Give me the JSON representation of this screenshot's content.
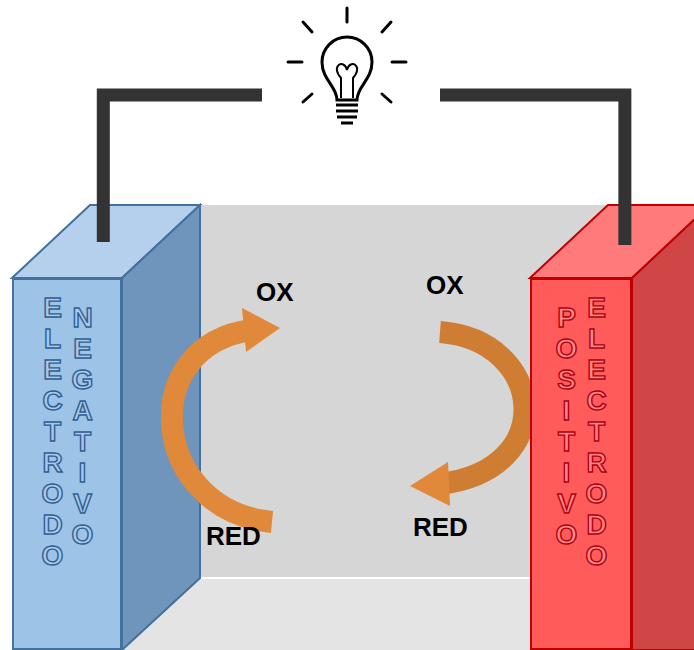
{
  "diagram": {
    "nodes": [
      {
        "text": [
          "ELECTRODO NEGATIVO"
        ]
      },
      {
        "text": [
          "ELECTRODO POSITIVO"
        ]
      }
    ],
    "edges": [
      {
        "from": 0,
        "to": 1,
        "arrow": "none"
      }
    ],
    "labels": [
      "OX",
      "OX",
      "RED",
      "RED"
    ]
  }
}
